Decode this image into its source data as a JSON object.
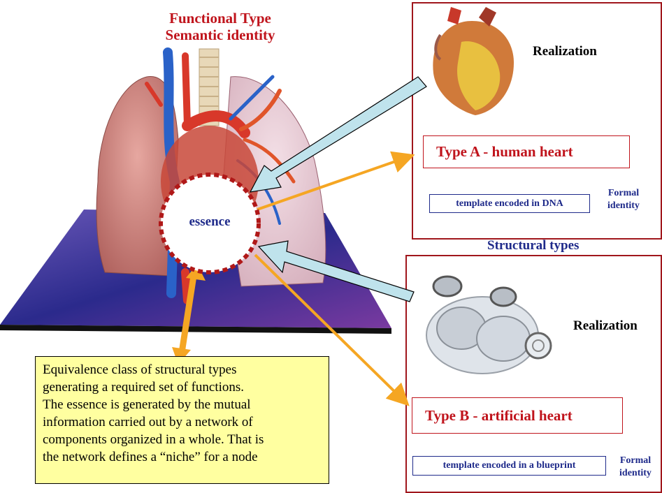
{
  "top_title": {
    "line1": "Functional Type",
    "line2": "Semantic identity"
  },
  "center": {
    "label": "essence"
  },
  "panel_top": {
    "realization": "Realization",
    "type_label": "Type A  - human heart",
    "template": "template encoded in DNA",
    "formal_line1": "Formal",
    "formal_line2": "identity"
  },
  "structural_types": "Structural types",
  "panel_bottom": {
    "realization": "Realization",
    "type_label": "Type B - artificial heart",
    "template": "template encoded in a blueprint",
    "formal_line1": "Formal",
    "formal_line2": "identity"
  },
  "note": {
    "lines": [
      "Equivalence class of structural types",
      "generating a required set of functions.",
      "The essence is generated by the mutual",
      "information carried out by a network of",
      "components organized in a whole. That is",
      "the network defines a “niche” for a node"
    ]
  },
  "colors": {
    "red_text": "#c0141c",
    "blue_text": "#1e2a8a",
    "arrow_orange": "#f5a623",
    "arrow_blue": "#bfe3ec",
    "note_bg": "#ffffa0"
  },
  "images": [
    "lungs-heart-anatomy-illustration",
    "human-heart-illustration",
    "artificial-heart-photo"
  ]
}
